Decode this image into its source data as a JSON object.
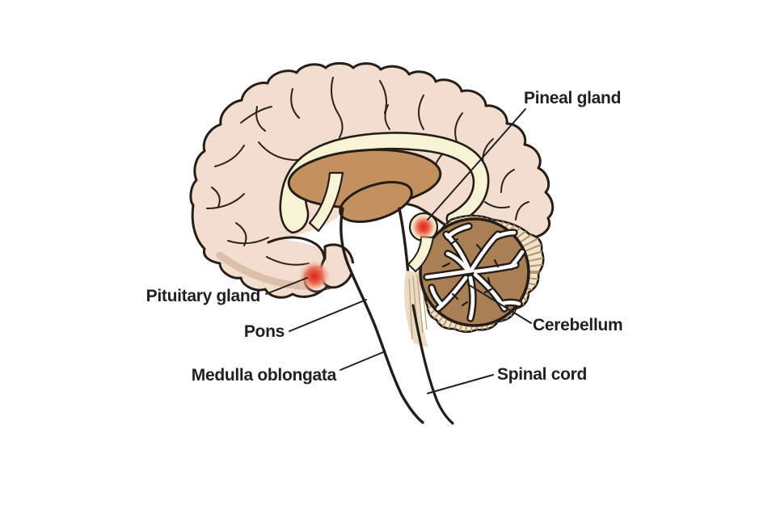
{
  "diagram": {
    "subject": "Human brain sagittal section",
    "labels": {
      "pineal_gland": "Pineal gland",
      "pituitary_gland": "Pituitary gland",
      "pons": "Pons",
      "medulla_oblongata": "Medulla oblongata",
      "cerebellum": "Cerebellum",
      "spinal_cord": "Spinal cord"
    },
    "colors": {
      "background": "#ffffff",
      "outline": "#241d18",
      "cerebrum": "#f3ddce",
      "corpus_callosum": "#f7f3d4",
      "thalamus": "#c3905f",
      "cerebellum": "#a97f55",
      "cerebellum_fringe": "#f0e3cb",
      "fringe_striation": "#b8946c",
      "gland_highlight": "#dc2f23",
      "label_text": "#231f20"
    }
  }
}
